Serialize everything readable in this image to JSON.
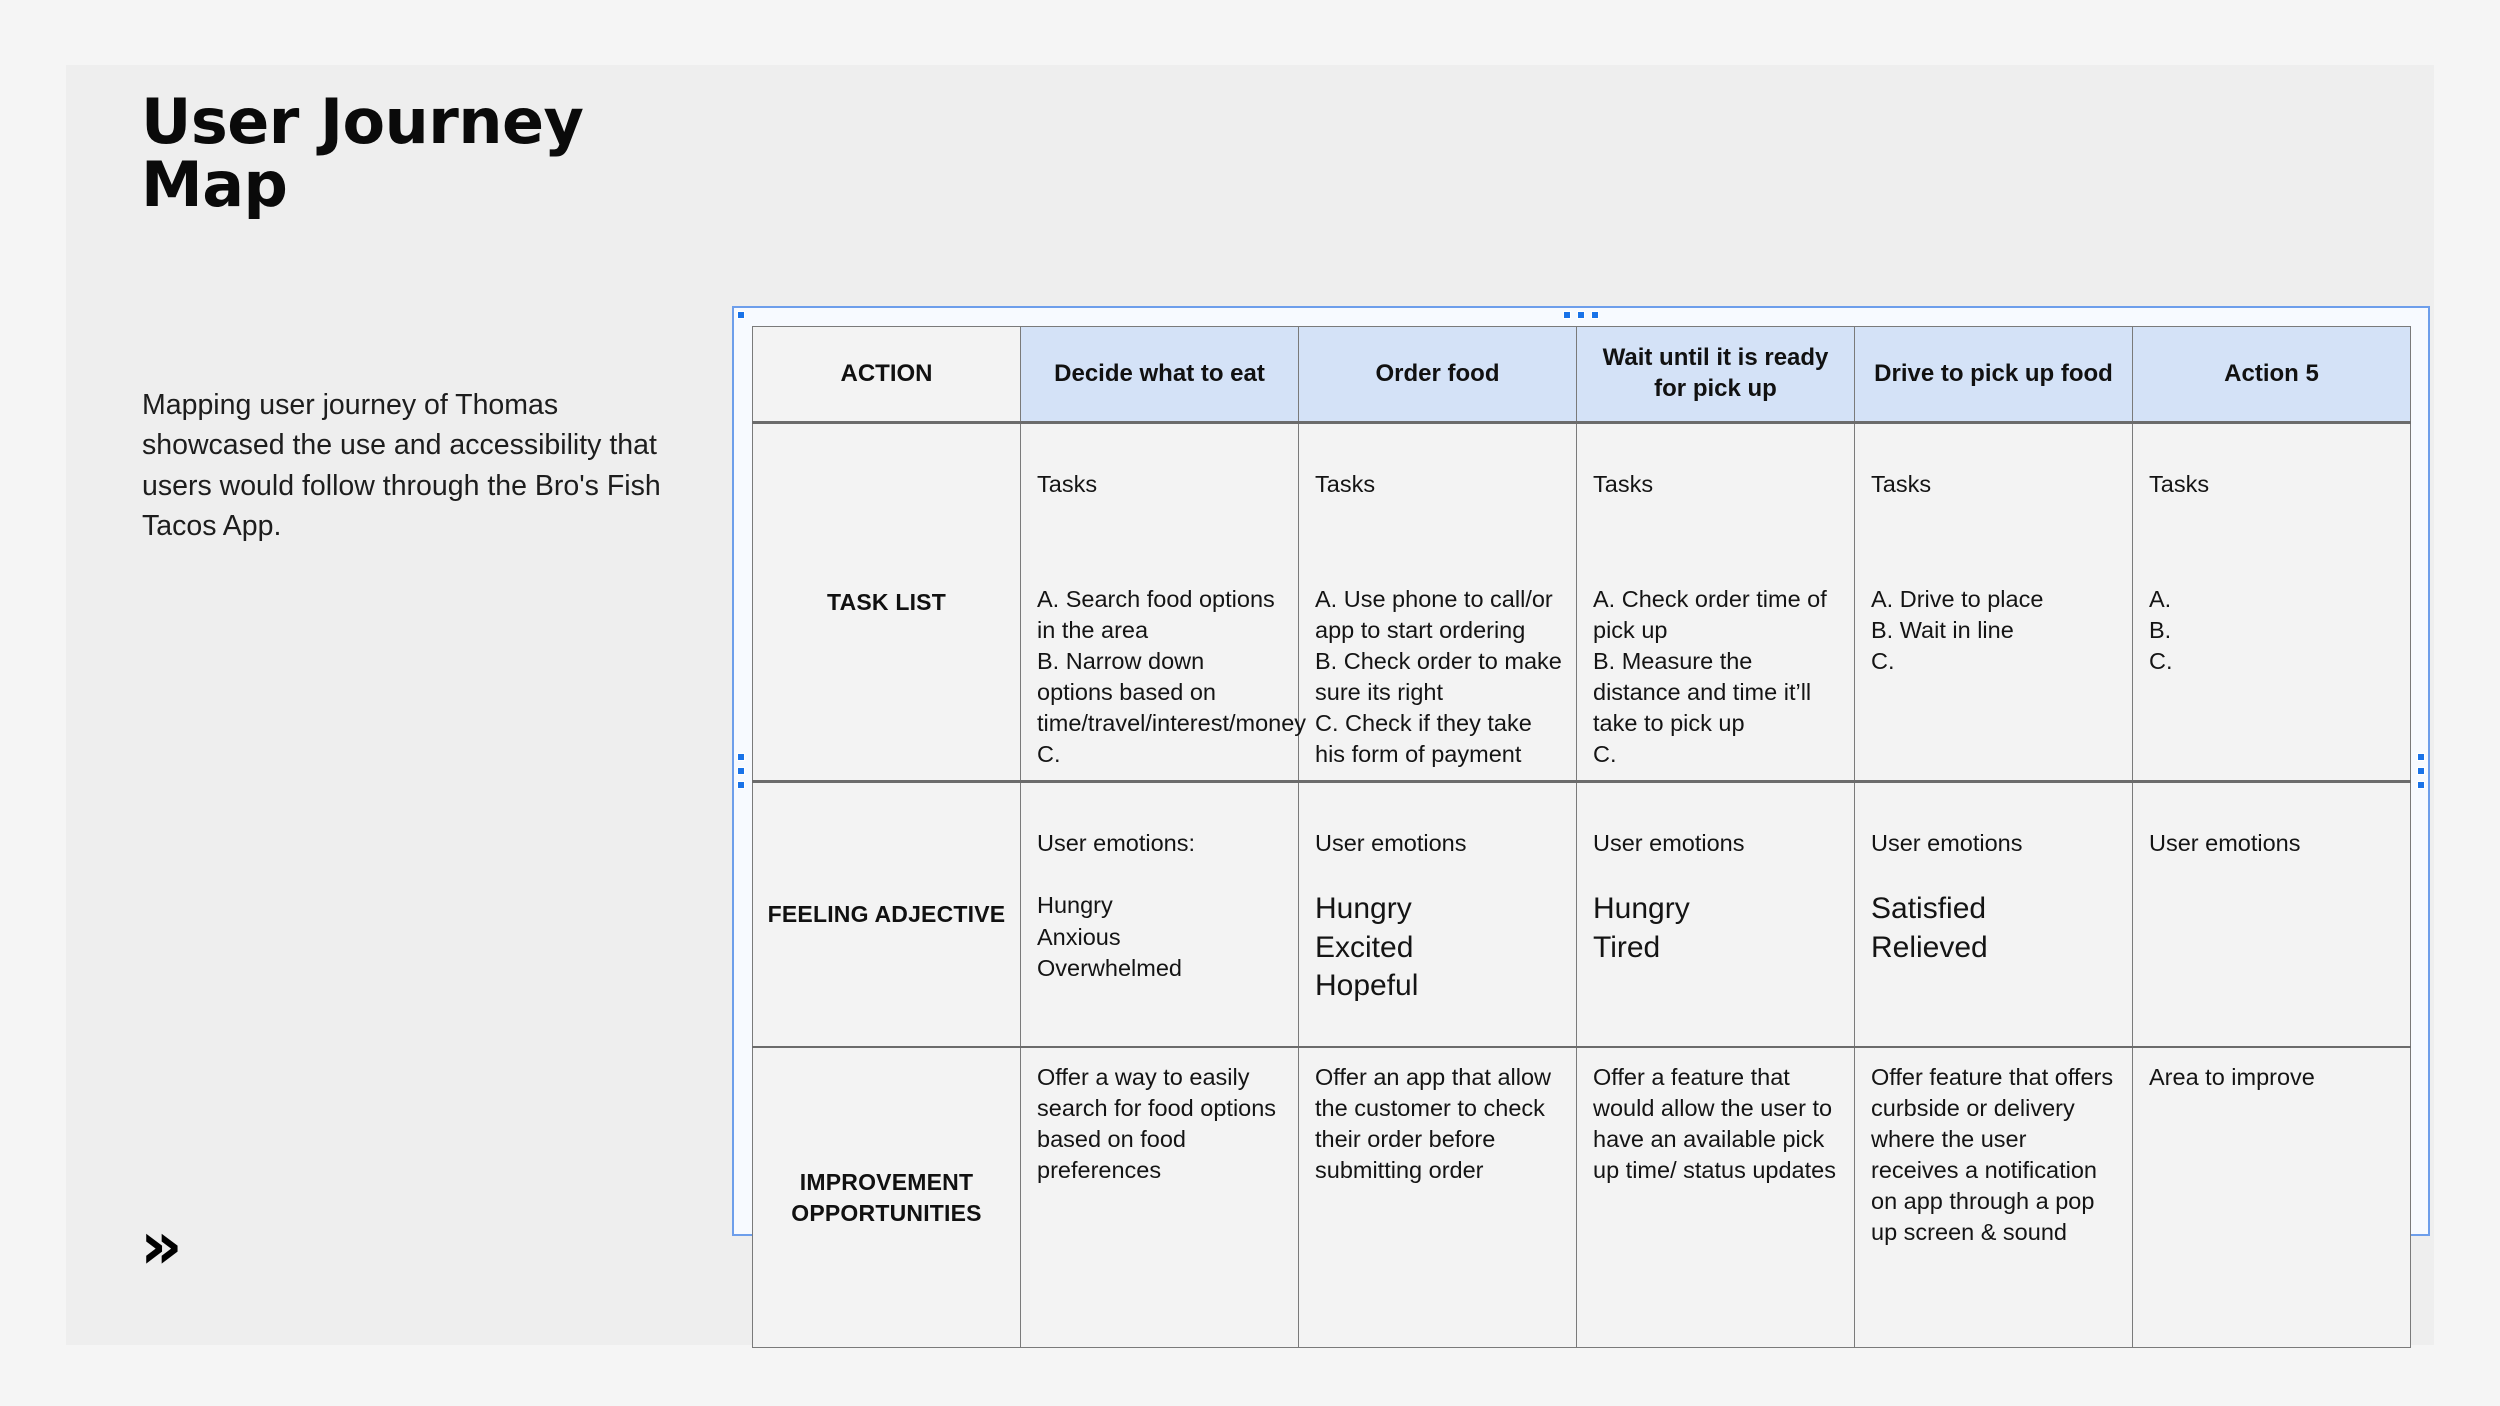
{
  "slide": {
    "title": "User Journey\nMap",
    "intro": "Mapping user journey of Thomas showcased the use and accessibility that users would follow through the Bro's Fish Tacos App.",
    "next_icon": "»"
  },
  "colors": {
    "page_background": "#f5f5f5",
    "slide_background": "#eeeeee",
    "header_fill": "#d4e2f7",
    "cell_fill": "#f3f3f3",
    "selection_blue": "#6d9eeb",
    "handle_blue": "#1a73e8",
    "border_gray": "#7a7a7a",
    "text": "#141414"
  },
  "table": {
    "columns": [
      {
        "key": "label",
        "label": "ACTION"
      },
      {
        "key": "step1",
        "label": "Decide what to eat"
      },
      {
        "key": "step2",
        "label": "Order food"
      },
      {
        "key": "step3",
        "label": "Wait until it is ready for pick up"
      },
      {
        "key": "step4",
        "label": "Drive to pick up food"
      },
      {
        "key": "step5",
        "label": "Action 5"
      }
    ],
    "rows": [
      {
        "key": "task_list",
        "label": "TASK LIST",
        "cells": [
          {
            "lead": "Tasks",
            "body": "A. Search food options in the area\nB. Narrow down options based on time/travel/interest/money\nC."
          },
          {
            "lead": "Tasks",
            "body": "A. Use phone to call/or app to start ordering\nB. Check order to make sure its right\nC. Check if they take his form of payment"
          },
          {
            "lead": "Tasks",
            "body": "A. Check order time of pick up\nB. Measure the distance and time it’ll take to pick up\nC."
          },
          {
            "lead": "Tasks",
            "body": "A. Drive to place\nB. Wait in line\nC."
          },
          {
            "lead": "Tasks",
            "body": "A.\nB.\nC."
          }
        ]
      },
      {
        "key": "feeling_adjective",
        "label": "FEELING ADJECTIVE",
        "cells": [
          {
            "head": "User emotions:",
            "emotions": "Hungry\nAnxious\nOverwhelmed",
            "size": "small"
          },
          {
            "head": "User emotions",
            "emotions": "Hungry\nExcited\nHopeful",
            "size": "big"
          },
          {
            "head": "User emotions",
            "emotions": "Hungry\nTired",
            "size": "big"
          },
          {
            "head": "User emotions",
            "emotions": "Satisfied\nRelieved",
            "size": "big"
          },
          {
            "head": "User emotions",
            "emotions": "",
            "size": "big"
          }
        ]
      },
      {
        "key": "improvement_opportunities",
        "label": "IMPROVEMENT OPPORTUNITIES",
        "cells": [
          {
            "body": "Offer a way to easily search for food options based on food preferences"
          },
          {
            "body": "Offer an app that allow the customer to check their order before submitting order"
          },
          {
            "body": "Offer a feature that would allow the user to have an available pick up time/ status updates"
          },
          {
            "body": "Offer feature that offers curbside or delivery where the user receives a notification on app through a pop up screen & sound"
          },
          {
            "body": "Area to improve"
          }
        ]
      }
    ]
  }
}
